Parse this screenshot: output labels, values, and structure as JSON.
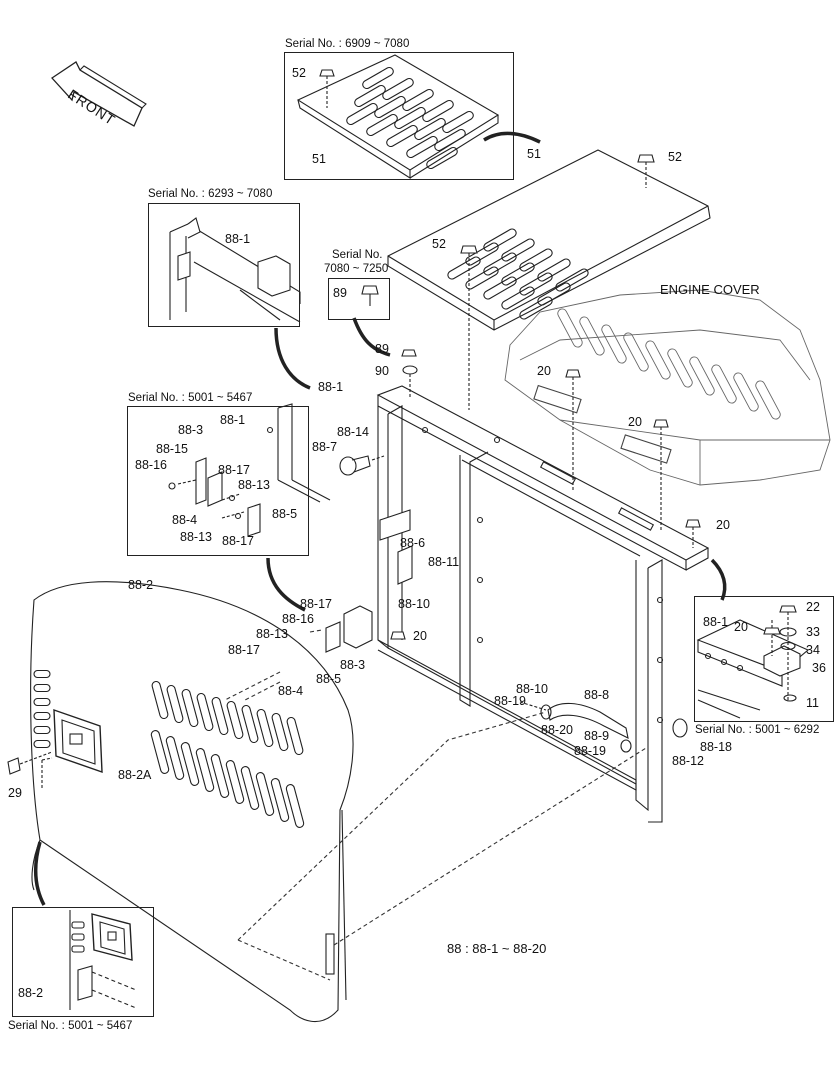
{
  "front_label": "FRONT",
  "engine_cover_label": "ENGINE COVER",
  "footnote": "88 : 88-1 ~ 88-20",
  "insets": {
    "top": {
      "serial": "Serial No. : 6909 ~ 7080",
      "labels": [
        "52",
        "51"
      ]
    },
    "upper_left": {
      "serial": "Serial No. : 6293 ~ 7080",
      "labels": [
        "88-1"
      ]
    },
    "small": {
      "serial_line1": "Serial No.",
      "serial_line2": "7080 ~ 7250",
      "labels": [
        "89"
      ]
    },
    "left_mid": {
      "serial": "Serial No. : 5001 ~ 5467",
      "labels": [
        "88-1",
        "88-3",
        "88-15",
        "88-16",
        "88-17",
        "88-13",
        "88-4",
        "88-5",
        "88-13",
        "88-17"
      ]
    },
    "right": {
      "serial": "Serial No. : 5001 ~ 6292",
      "labels": [
        "88-1",
        "20",
        "22",
        "33",
        "34",
        "36",
        "11"
      ]
    },
    "bottom_left": {
      "serial": "Serial No. : 5001 ~ 5467",
      "labels": [
        "88-2"
      ]
    }
  },
  "main_labels": {
    "l51": "51",
    "l52a": "52",
    "l52b": "52",
    "l89": "89",
    "l90": "90",
    "l88_1": "88-1",
    "l88_14": "88-14",
    "l88_7": "88-7",
    "l20a": "20",
    "l20b": "20",
    "l20c": "20",
    "l20d": "20",
    "l88_6": "88-6",
    "l88_11": "88-11",
    "l88_10a": "88-10",
    "l88_2": "88-2",
    "l88_17a": "88-17",
    "l88_16": "88-16",
    "l88_13": "88-13",
    "l88_17b": "88-17",
    "l88_4": "88-4",
    "l88_3": "88-3",
    "l88_5": "88-5",
    "l88_10b": "88-10",
    "l88_8": "88-8",
    "l88_19a": "88-19",
    "l88_20": "88-20",
    "l88_9": "88-9",
    "l88_19b": "88-19",
    "l88_18": "88-18",
    "l88_12": "88-12",
    "l29": "29",
    "l88_2A": "88-2A"
  }
}
